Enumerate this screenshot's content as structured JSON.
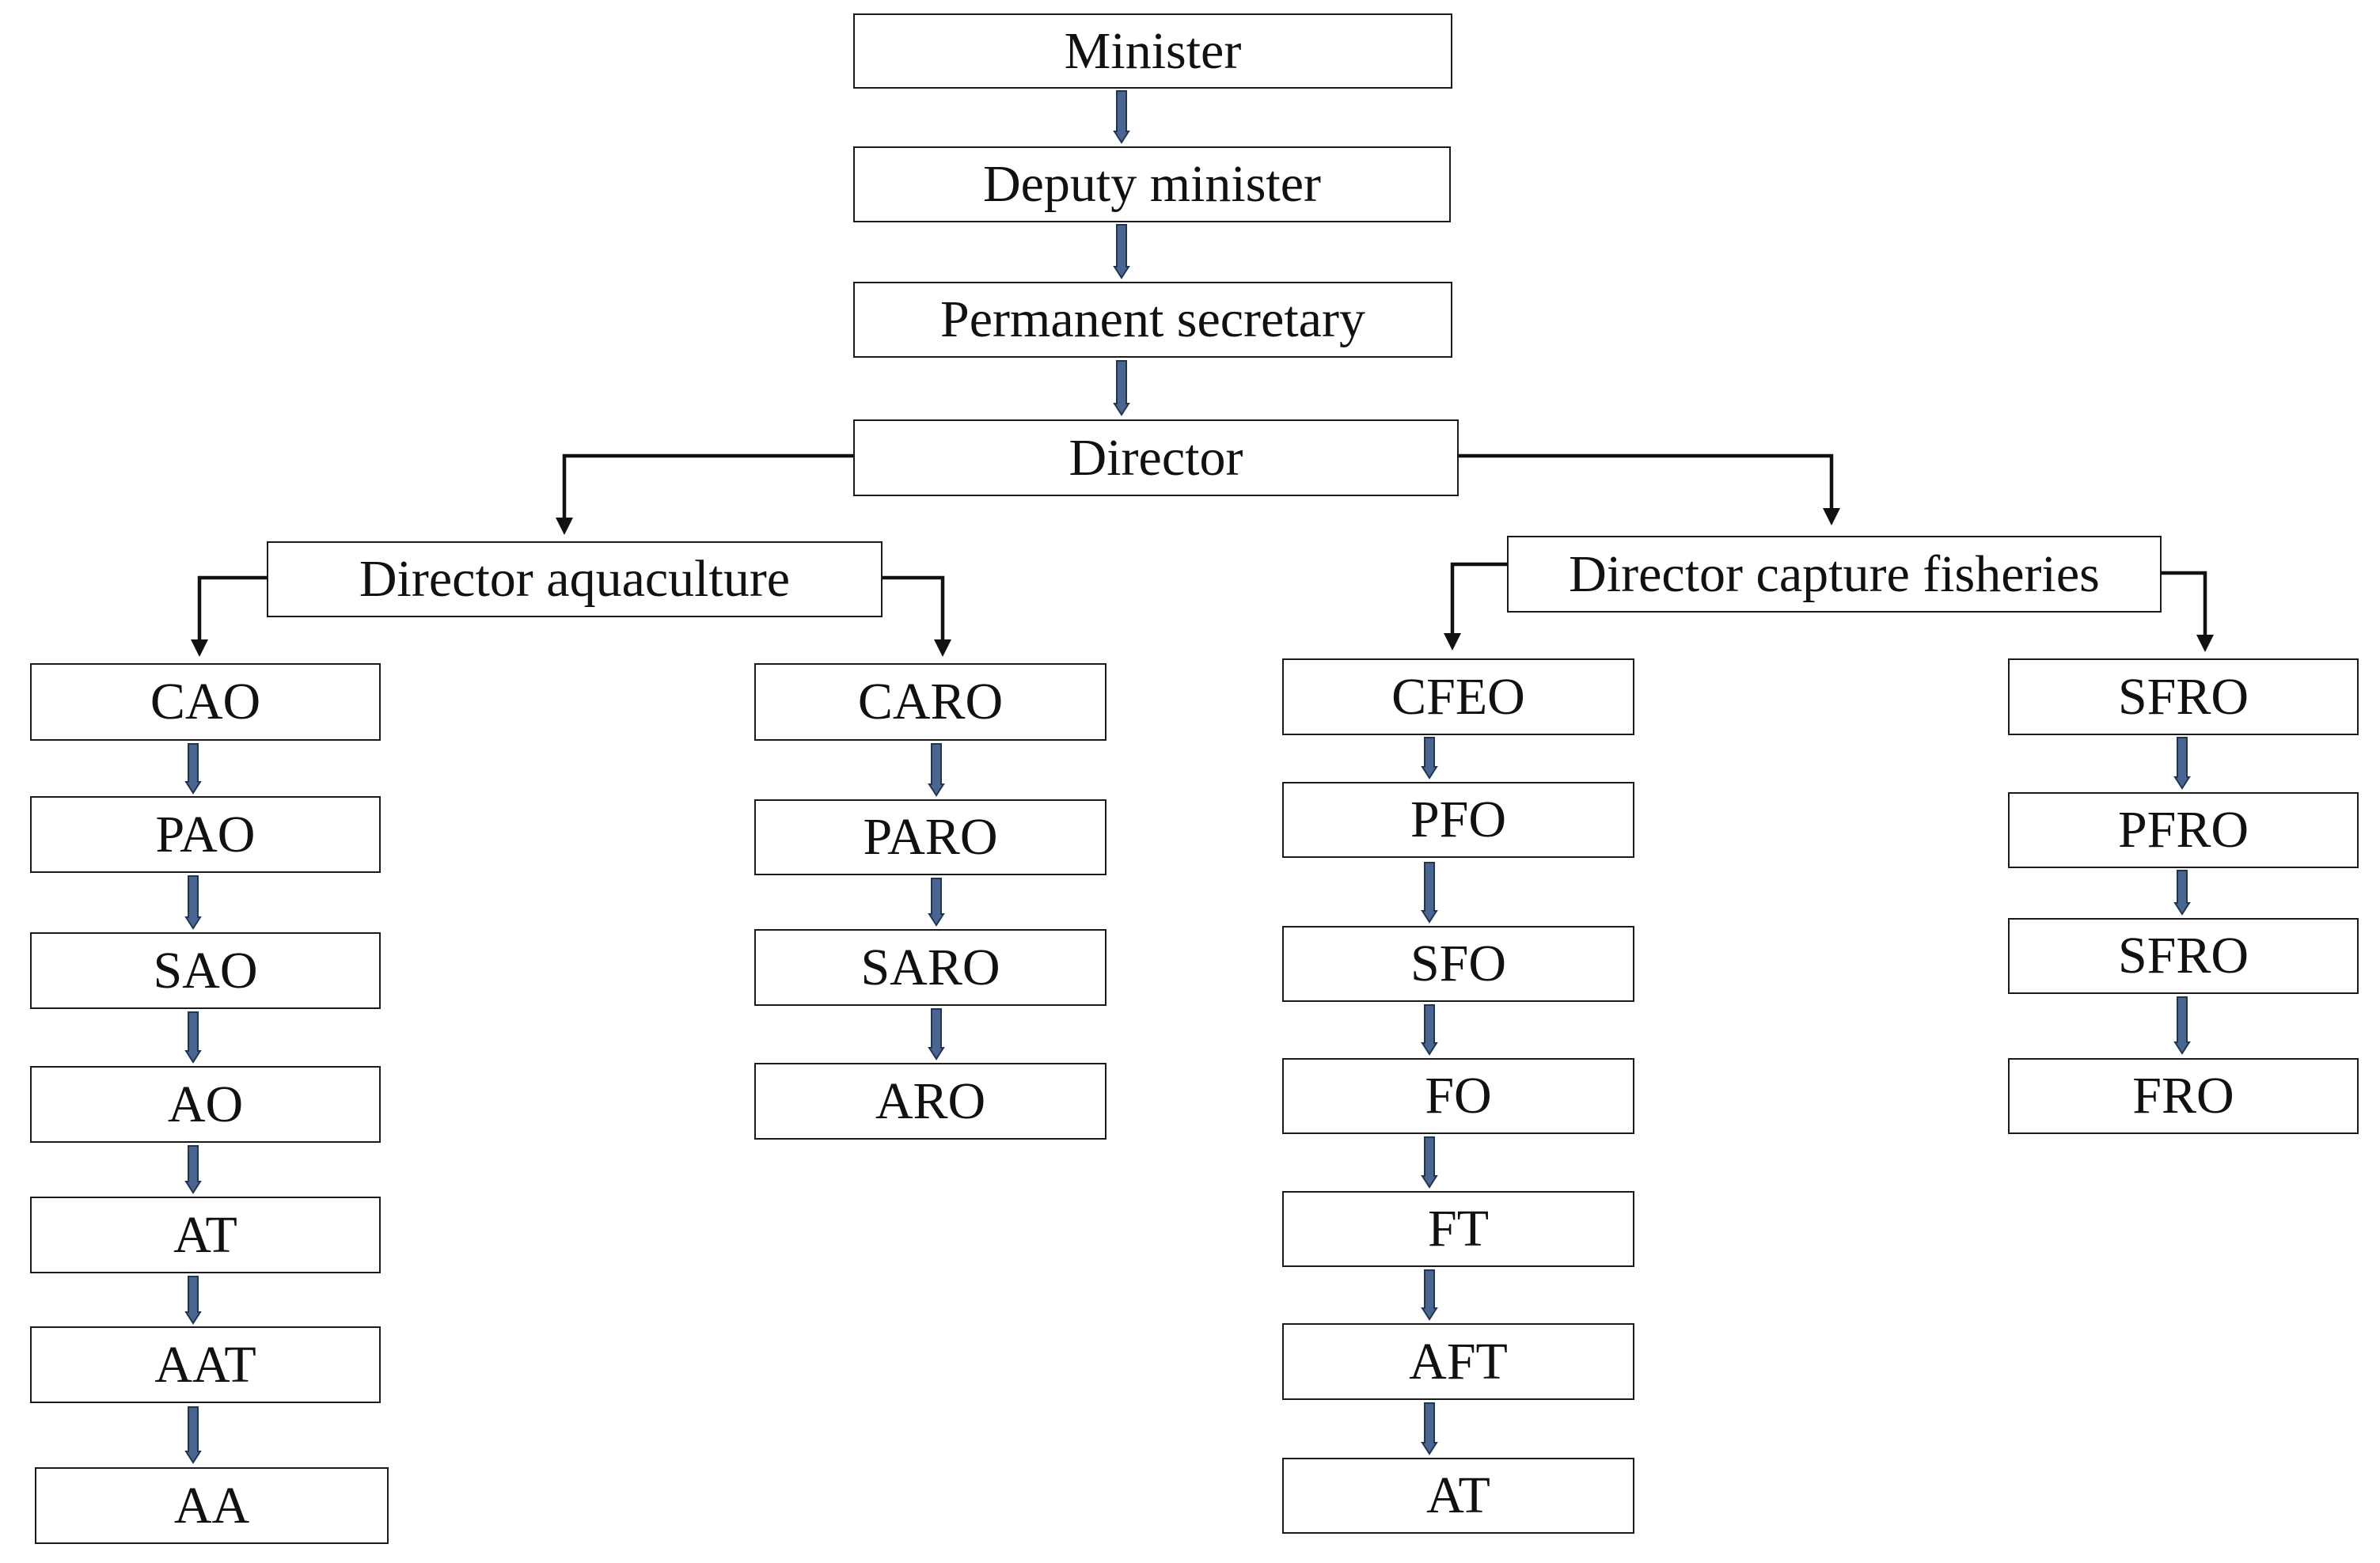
{
  "org_chart": {
    "minister": "Minister",
    "deputy_minister": "Deputy minister",
    "permanent_secretary": "Permanent secretary",
    "director": "Director",
    "director_aquaculture": "Director aquaculture",
    "director_capture_fisheries": "Director capture fisheries",
    "aquaculture_left": [
      "CAO",
      "PAO",
      "SAO",
      "AO",
      "AT",
      "AAT",
      "AA"
    ],
    "aquaculture_right": [
      "CARO",
      "PARO",
      "SARO",
      "ARO"
    ],
    "capture_left": [
      "CFEO",
      "PFO",
      "SFO",
      "FO",
      "FT",
      "AFT",
      "AT"
    ],
    "capture_right": [
      "SFRO",
      "PFRO",
      "SFRO",
      "FRO"
    ]
  },
  "colors": {
    "box_border": "#1a1a1a",
    "connector": "#111111",
    "block_arrow_fill": "#4a6590",
    "block_arrow_stroke": "#1f3556"
  },
  "icons": {
    "chain_arrow": "block-down-arrow-icon",
    "branch_arrow": "down-arrow-icon"
  }
}
